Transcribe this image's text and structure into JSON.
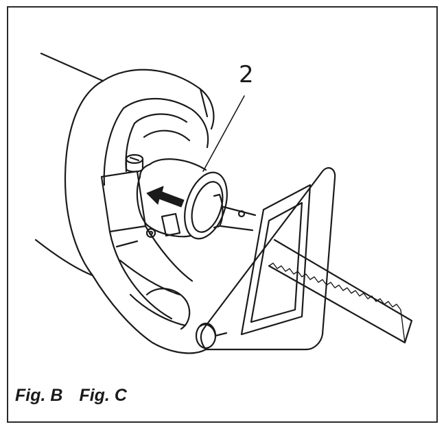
{
  "figure": {
    "callout_label": "2",
    "captions": [
      "Fig. B",
      "Fig. C"
    ],
    "colors": {
      "line": "#1a1a1a",
      "background": "#ffffff",
      "frame": "#2a2a2a"
    }
  }
}
